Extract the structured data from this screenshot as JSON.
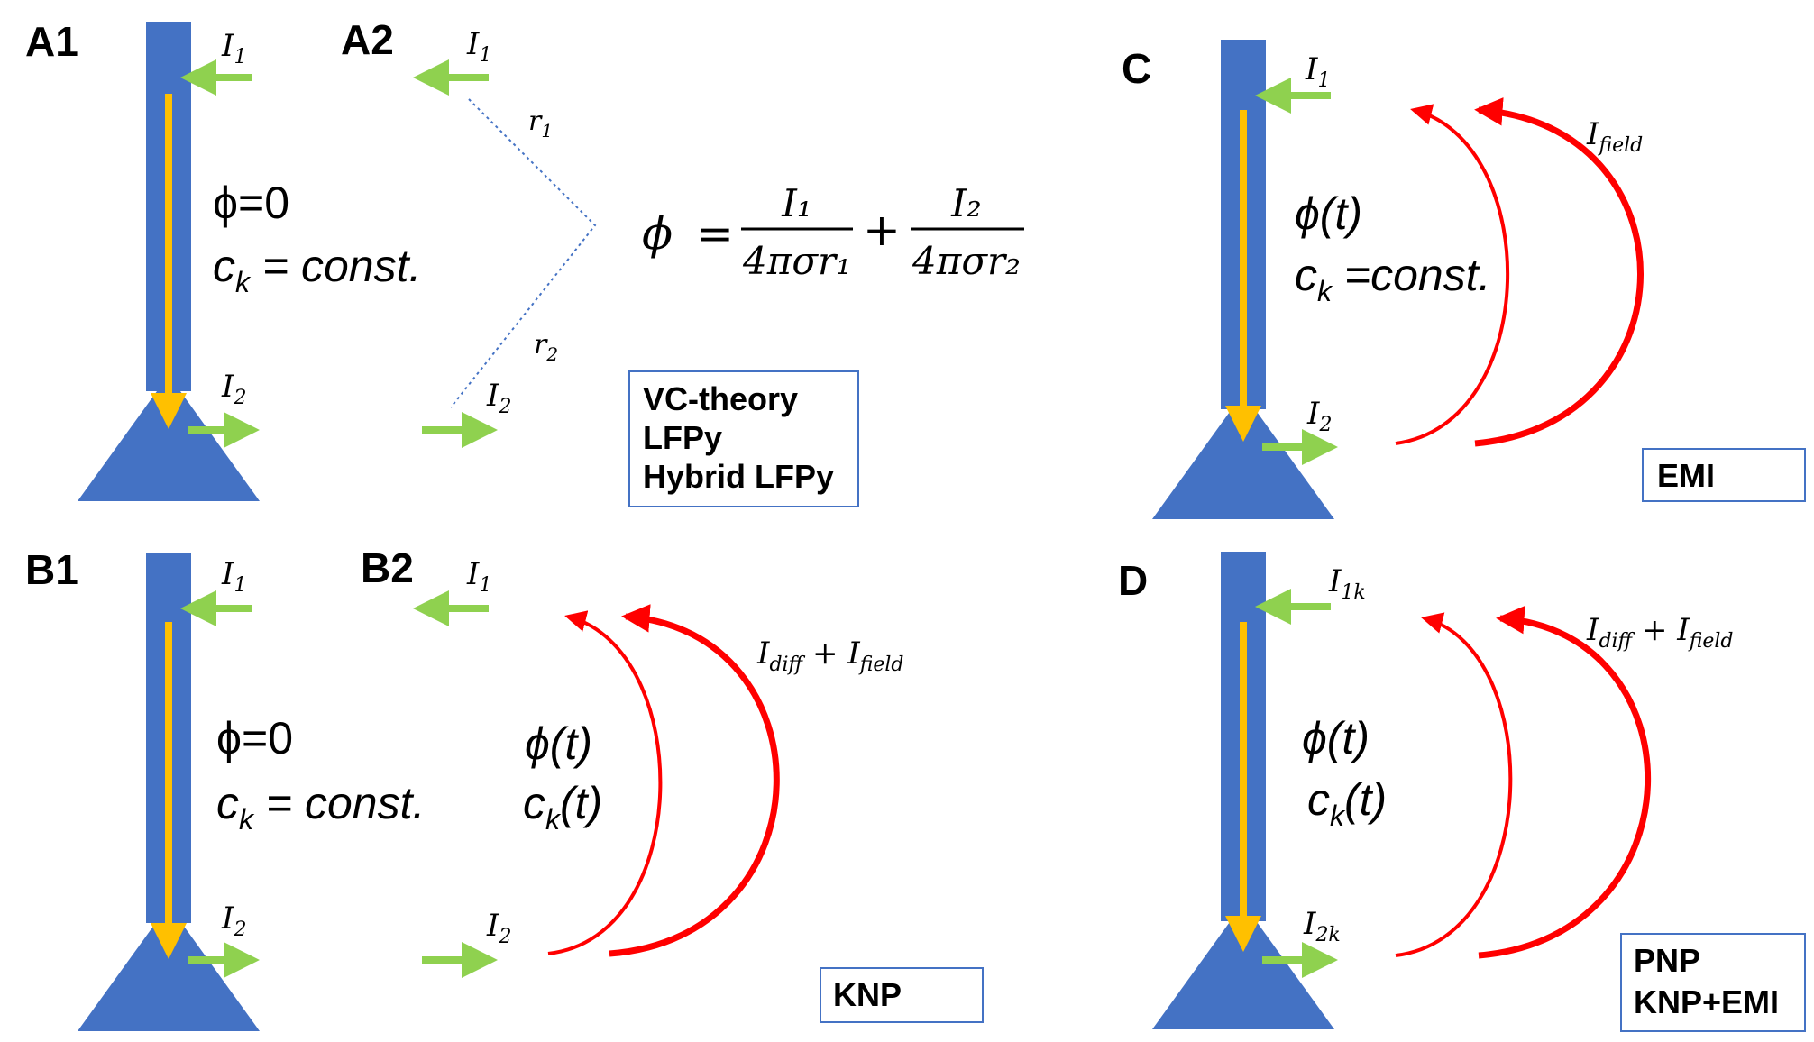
{
  "panels": {
    "A1": {
      "label": "A1",
      "current_top": {
        "symbol": "I",
        "sub": "1"
      },
      "current_bottom": {
        "symbol": "I",
        "sub": "2"
      },
      "phi": "ϕ=0",
      "ck": {
        "c": "c",
        "k": "k",
        "rest": " = const."
      }
    },
    "A2": {
      "label": "A2",
      "current_top": {
        "symbol": "I",
        "sub": "1"
      },
      "current_bottom": {
        "symbol": "I",
        "sub": "2"
      },
      "r1": {
        "symbol": "r",
        "sub": "1"
      },
      "r2": {
        "symbol": "r",
        "sub": "2"
      },
      "equation": {
        "lhs": "ϕ",
        "eq": "=",
        "num1": "I₁",
        "den1": "4πσr₁",
        "plus": "+",
        "num2": "I₂",
        "den2": "4πσr₂"
      },
      "methods": [
        "VC-theory",
        "LFPy",
        "Hybrid LFPy"
      ]
    },
    "B1": {
      "label": "B1",
      "current_top": {
        "symbol": "I",
        "sub": "1"
      },
      "current_bottom": {
        "symbol": "I",
        "sub": "2"
      },
      "phi": "ϕ=0",
      "ck": {
        "c": "c",
        "k": "k",
        "rest": " = const."
      }
    },
    "B2": {
      "label": "B2",
      "current_top": {
        "symbol": "I",
        "sub": "1"
      },
      "current_bottom": {
        "symbol": "I",
        "sub": "2"
      },
      "phi": "ϕ(t)",
      "ck": {
        "c": "c",
        "k": "k",
        "rest": "(t)"
      },
      "field_label": {
        "a": "I",
        "a_sub": "diff",
        "plus": " + ",
        "b": "I",
        "b_sub": "field"
      },
      "methods": [
        "KNP"
      ]
    },
    "C": {
      "label": "C",
      "current_top": {
        "symbol": "I",
        "sub": "1"
      },
      "current_bottom": {
        "symbol": "I",
        "sub": "2"
      },
      "phi": "ϕ(t)",
      "ck": {
        "c": "c",
        "k": "k",
        "rest": " =const."
      },
      "field_label": {
        "b": "I",
        "b_sub": "field"
      },
      "methods": [
        "EMI"
      ]
    },
    "D": {
      "label": "D",
      "current_top": {
        "symbol": "I",
        "sub": "1k"
      },
      "current_bottom": {
        "symbol": "I",
        "sub": "2k"
      },
      "phi": "ϕ(t)",
      "ck": {
        "c": "c",
        "k": "k",
        "rest": "(t)"
      },
      "field_label": {
        "a": "I",
        "a_sub": "diff",
        "plus": " + ",
        "b": "I",
        "b_sub": "field"
      },
      "methods": [
        "PNP",
        "KNP+EMI"
      ]
    }
  },
  "colors": {
    "neuron": "#4472c4",
    "axial_current": "#ffc000",
    "membrane_current": "#8fd14f",
    "field_current": "#ff0000",
    "box_border": "#4472c4",
    "dotted_line": "#4472c4"
  }
}
